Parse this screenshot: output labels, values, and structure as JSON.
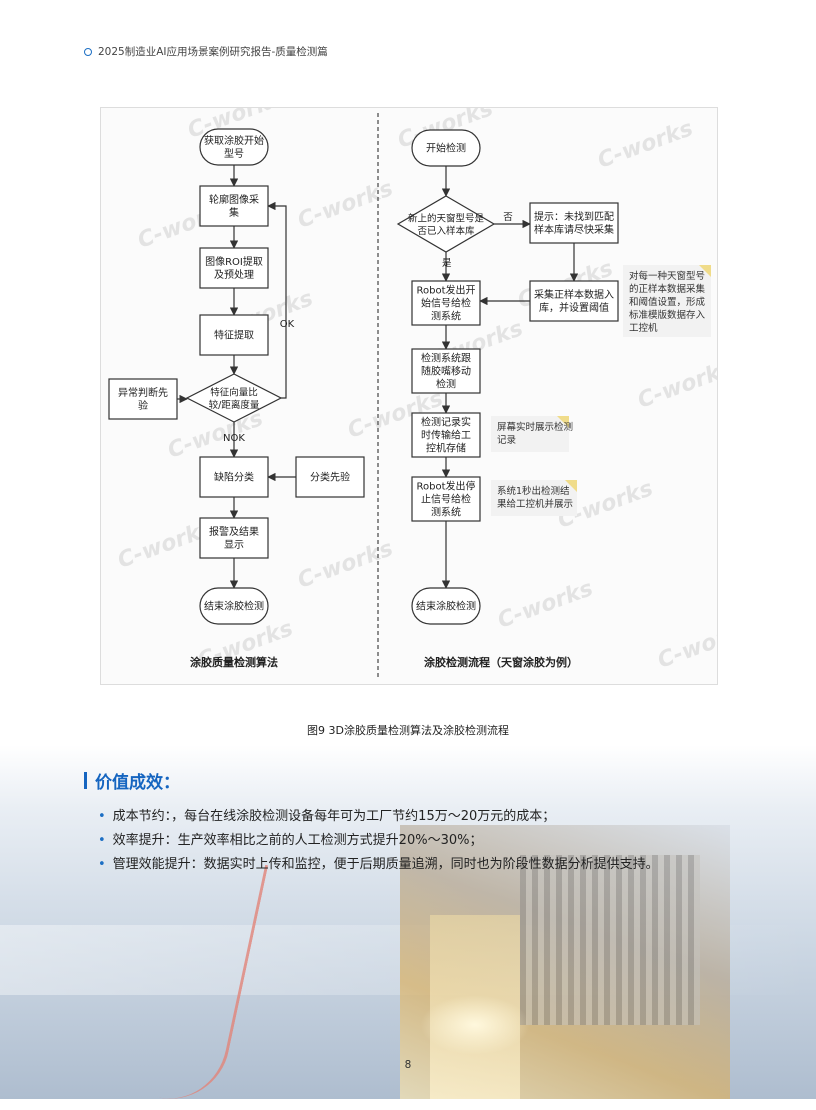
{
  "header": {
    "title": "2025制造业AI应用场景案例研究报告-质量检测篇"
  },
  "figure": {
    "watermark": "C-works",
    "left_title": "涂胶质量检测算法",
    "right_title": "涂胶检测流程（天窗涂胶为例）",
    "left": {
      "start": [
        "获取涂胶开始",
        "型号"
      ],
      "contour": [
        "轮廓图像采",
        "集"
      ],
      "roi": [
        "图像ROI提取",
        "及预处理"
      ],
      "feature": [
        "特征提取"
      ],
      "compare": [
        "特征向量比",
        "较/距离度量"
      ],
      "abnormal": [
        "异常判断先",
        "验"
      ],
      "defect": [
        "缺陷分类"
      ],
      "classify": [
        "分类先验"
      ],
      "alarm": [
        "报警及结果",
        "显示"
      ],
      "end": [
        "结束涂胶检测"
      ],
      "ok_label": "OK",
      "nok_label": "NOK"
    },
    "right": {
      "start": [
        "开始检测"
      ],
      "decision": [
        "新上的天窗型号是",
        "否已入样本库"
      ],
      "no_label": "否",
      "yes_label": "是",
      "hint": [
        "提示：未找到匹配",
        "样本库请尽快采集"
      ],
      "collect": [
        "采集正样本数据入",
        "库，并设置阈值"
      ],
      "note1": [
        "对每一种天窗型号",
        "的正样本数据采集",
        "和阈值设置，形成",
        "标准模版数据存入",
        "工控机"
      ],
      "robot_start": [
        "Robot发出开",
        "始信号给检",
        "测系统"
      ],
      "follow": [
        "检测系统跟",
        "随胶嘴移动",
        "检测"
      ],
      "record": [
        "检测记录实",
        "时传输给工",
        "控机存储"
      ],
      "note2": [
        "屏幕实时展示检测",
        "记录"
      ],
      "robot_stop": [
        "Robot发出停",
        "止信号给检",
        "测系统"
      ],
      "note3": [
        "系统1秒出检测结",
        "果给工控机并展示"
      ],
      "end": [
        "结束涂胶检测"
      ]
    }
  },
  "caption": "图9 3D涂胶质量检测算法及涂胶检测流程",
  "section": {
    "title": "价值成效：",
    "bullets": [
      "成本节约：，每台在线涂胶检测设备每年可为工厂节约15万～20万元的成本；",
      "效率提升：生产效率相比之前的人工检测方式提升20%～30%；",
      "管理效能提升：数据实时上传和监控，便于后期质量追溯，同时也为阶段性数据分析提供支持。"
    ]
  },
  "page_number": "8",
  "colors": {
    "accent": "#1565c0",
    "bullet": "#1d6fc4",
    "note_tag": "#f0dc8a"
  }
}
